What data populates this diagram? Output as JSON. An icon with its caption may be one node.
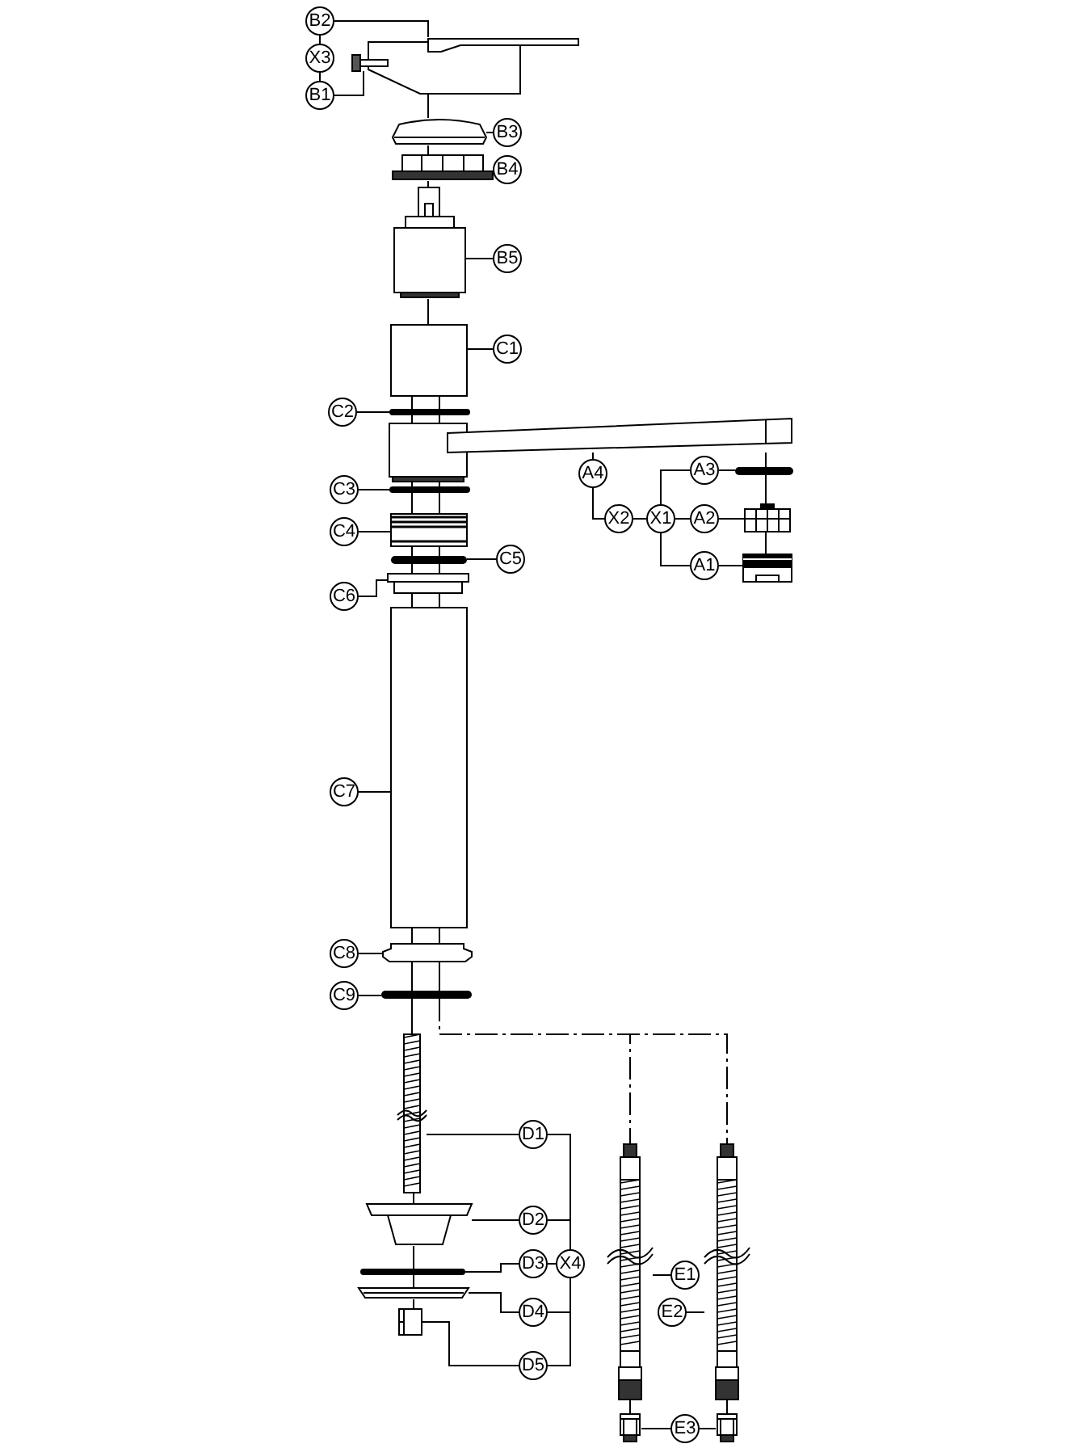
{
  "diagram": {
    "nodes": [
      {
        "text": [
          "B2"
        ]
      },
      {
        "text": [
          "X3"
        ]
      },
      {
        "text": [
          "B1"
        ]
      },
      {
        "text": [],
        "shape": "picture"
      },
      {
        "text": [],
        "shape": "picture"
      },
      {
        "text": [
          "B3"
        ]
      },
      {
        "text": [],
        "shape": "picture"
      },
      {
        "text": [
          "B4"
        ]
      },
      {
        "text": [],
        "shape": "picture"
      },
      {
        "text": [
          "B5"
        ]
      },
      {
        "text": [],
        "shape": "picture"
      },
      {
        "text": [
          "C1"
        ]
      },
      {
        "text": [],
        "shape": "picture"
      },
      {
        "text": [
          "C2"
        ]
      },
      {
        "text": [],
        "shape": "picture"
      },
      {
        "text": [],
        "shape": "picture"
      },
      {
        "text": [
          "A4"
        ]
      },
      {
        "text": [
          "X2"
        ]
      },
      {
        "text": [
          "X1"
        ]
      },
      {
        "text": [
          "A3"
        ]
      },
      {
        "text": [],
        "shape": "picture"
      },
      {
        "text": [
          "A2"
        ]
      },
      {
        "text": [],
        "shape": "picture"
      },
      {
        "text": [
          "A1"
        ]
      },
      {
        "text": [],
        "shape": "picture"
      },
      {
        "text": [
          "C3"
        ]
      },
      {
        "text": [],
        "shape": "picture"
      },
      {
        "text": [
          "C4"
        ]
      },
      {
        "text": [],
        "shape": "picture"
      },
      {
        "text": [
          "C5"
        ]
      },
      {
        "text": [],
        "shape": "picture"
      },
      {
        "text": [
          "C6"
        ]
      },
      {
        "text": [],
        "shape": "picture"
      },
      {
        "text": [
          "C7"
        ]
      },
      {
        "text": [],
        "shape": "picture"
      },
      {
        "text": [
          "C8"
        ]
      },
      {
        "text": [],
        "shape": "picture"
      },
      {
        "text": [
          "C9"
        ]
      },
      {
        "text": [],
        "shape": "picture"
      },
      {
        "text": [
          "D1"
        ]
      },
      {
        "text": [],
        "shape": "picture"
      },
      {
        "text": [
          "D2"
        ]
      },
      {
        "text": [],
        "shape": "picture"
      },
      {
        "text": [
          "D3"
        ]
      },
      {
        "text": [],
        "shape": "picture"
      },
      {
        "text": [
          "X4"
        ]
      },
      {
        "text": [
          "D4"
        ]
      },
      {
        "text": [],
        "shape": "picture"
      },
      {
        "text": [
          "D5"
        ]
      },
      {
        "text": [],
        "shape": "picture"
      },
      {
        "text": [
          "E1"
        ]
      },
      {
        "text": [],
        "shape": "picture"
      },
      {
        "text": [
          "E2"
        ]
      },
      {
        "text": [],
        "shape": "picture"
      },
      {
        "text": [
          "E3"
        ]
      },
      {
        "text": [],
        "shape": "picture"
      },
      {
        "text": [],
        "shape": "picture"
      }
    ],
    "edges": [
      {
        "from": 0,
        "to": 3,
        "arrow": "none"
      },
      {
        "from": 1,
        "to": 0,
        "arrow": "none"
      },
      {
        "from": 1,
        "to": 2,
        "arrow": "none"
      },
      {
        "from": 2,
        "to": 4,
        "arrow": "none"
      },
      {
        "from": 5,
        "to": 6,
        "arrow": "none"
      },
      {
        "from": 7,
        "to": 8,
        "arrow": "none"
      },
      {
        "from": 9,
        "to": 10,
        "arrow": "none"
      },
      {
        "from": 11,
        "to": 12,
        "arrow": "none"
      },
      {
        "from": 13,
        "to": 14,
        "arrow": "none"
      },
      {
        "from": 16,
        "to": 15,
        "arrow": "none"
      },
      {
        "from": 16,
        "to": 17,
        "arrow": "none"
      },
      {
        "from": 17,
        "to": 18,
        "arrow": "none"
      },
      {
        "from": 18,
        "to": 19,
        "arrow": "none"
      },
      {
        "from": 18,
        "to": 21,
        "arrow": "none"
      },
      {
        "from": 18,
        "to": 23,
        "arrow": "none"
      },
      {
        "from": 19,
        "to": 20,
        "arrow": "none"
      },
      {
        "from": 21,
        "to": 22,
        "arrow": "none"
      },
      {
        "from": 23,
        "to": 24,
        "arrow": "none"
      },
      {
        "from": 25,
        "to": 26,
        "arrow": "none"
      },
      {
        "from": 27,
        "to": 28,
        "arrow": "none"
      },
      {
        "from": 29,
        "to": 30,
        "arrow": "none"
      },
      {
        "from": 31,
        "to": 32,
        "arrow": "none"
      },
      {
        "from": 33,
        "to": 34,
        "arrow": "none"
      },
      {
        "from": 35,
        "to": 36,
        "arrow": "none"
      },
      {
        "from": 37,
        "to": 38,
        "arrow": "none"
      },
      {
        "from": 38,
        "to": 51,
        "arrow": "none",
        "style": "dashed"
      },
      {
        "from": 38,
        "to": 53,
        "arrow": "none",
        "style": "dashed"
      },
      {
        "from": 39,
        "to": 40,
        "arrow": "none"
      },
      {
        "from": 41,
        "to": 42,
        "arrow": "none"
      },
      {
        "from": 43,
        "to": 44,
        "arrow": "none"
      },
      {
        "from": 45,
        "to": 39,
        "arrow": "none"
      },
      {
        "from": 45,
        "to": 41,
        "arrow": "none"
      },
      {
        "from": 45,
        "to": 43,
        "arrow": "none"
      },
      {
        "from": 45,
        "to": 46,
        "arrow": "none"
      },
      {
        "from": 45,
        "to": 48,
        "arrow": "none"
      },
      {
        "from": 46,
        "to": 47,
        "arrow": "none"
      },
      {
        "from": 48,
        "to": 49,
        "arrow": "none"
      },
      {
        "from": 50,
        "to": 51,
        "arrow": "none"
      },
      {
        "from": 52,
        "to": 53,
        "arrow": "none"
      },
      {
        "from": 54,
        "to": 55,
        "arrow": "none"
      },
      {
        "from": 54,
        "to": 56,
        "arrow": "none"
      }
    ]
  }
}
